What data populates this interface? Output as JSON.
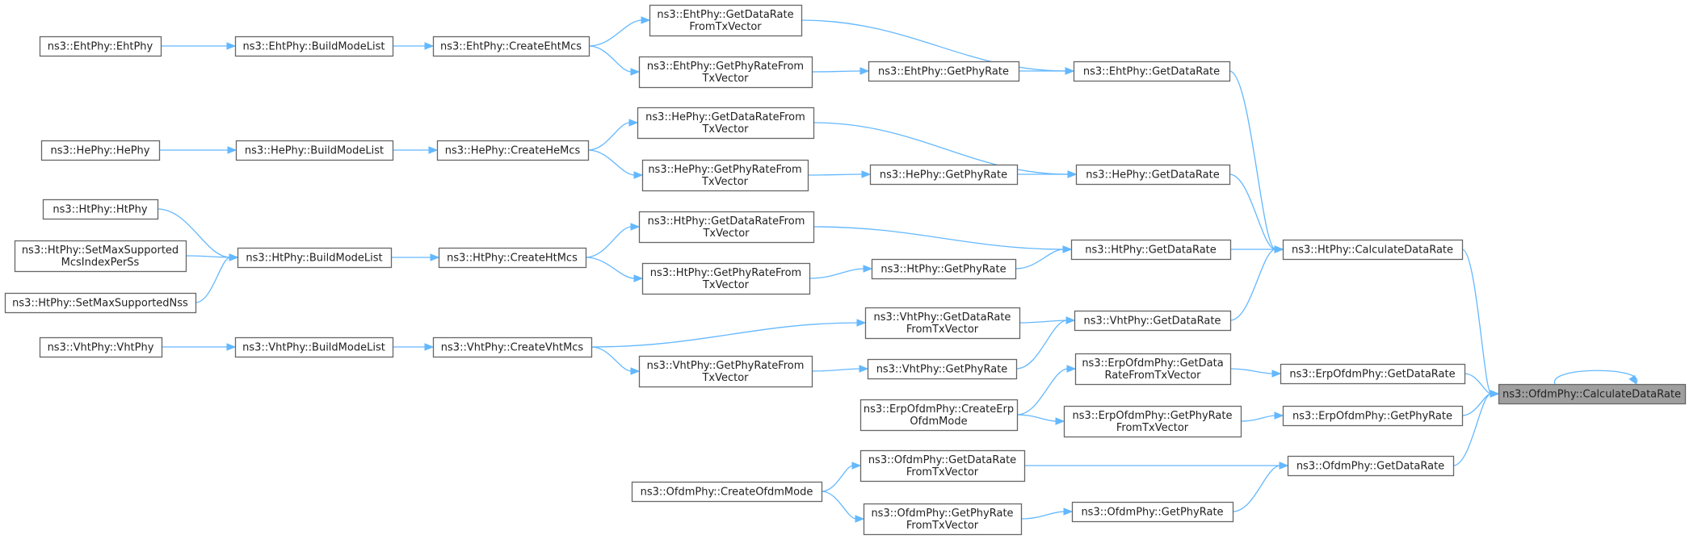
{
  "colors": {
    "edge": "#63b8ff",
    "node_border": "#666666",
    "root_fill": "#9f9f9f",
    "background": "#ffffff"
  },
  "nodes": [
    {
      "id": "ofdm_calc",
      "lines": [
        "ns3::OfdmPhy::CalculateDataRate"
      ],
      "root": true
    },
    {
      "id": "ht_calc",
      "lines": [
        "ns3::HtPhy::CalculateDataRate"
      ]
    },
    {
      "id": "erp_getdr",
      "lines": [
        "ns3::ErpOfdmPhy::GetDataRate"
      ]
    },
    {
      "id": "erp_getphy",
      "lines": [
        "ns3::ErpOfdmPhy::GetPhyRate"
      ]
    },
    {
      "id": "ofdm_getdr",
      "lines": [
        "ns3::OfdmPhy::GetDataRate"
      ]
    },
    {
      "id": "eht_getdr",
      "lines": [
        "ns3::EhtPhy::GetDataRate"
      ]
    },
    {
      "id": "he_getdr",
      "lines": [
        "ns3::HePhy::GetDataRate"
      ]
    },
    {
      "id": "ht_getdr",
      "lines": [
        "ns3::HtPhy::GetDataRate"
      ]
    },
    {
      "id": "vht_getdr",
      "lines": [
        "ns3::VhtPhy::GetDataRate"
      ]
    },
    {
      "id": "erp_getdr_tx",
      "lines": [
        "ns3::ErpOfdmPhy::GetData",
        "RateFromTxVector"
      ]
    },
    {
      "id": "erp_getphy_tx",
      "lines": [
        "ns3::ErpOfdmPhy::GetPhyRate",
        "FromTxVector"
      ]
    },
    {
      "id": "ofdm_getphy",
      "lines": [
        "ns3::OfdmPhy::GetPhyRate"
      ]
    },
    {
      "id": "eht_getdr_tx",
      "lines": [
        "ns3::EhtPhy::GetDataRate",
        "FromTxVector"
      ]
    },
    {
      "id": "eht_getphy",
      "lines": [
        "ns3::EhtPhy::GetPhyRate"
      ]
    },
    {
      "id": "eht_getphy_tx",
      "lines": [
        "ns3::EhtPhy::GetPhyRateFrom",
        "TxVector"
      ]
    },
    {
      "id": "he_getdr_tx",
      "lines": [
        "ns3::HePhy::GetDataRateFrom",
        "TxVector"
      ]
    },
    {
      "id": "he_getphy",
      "lines": [
        "ns3::HePhy::GetPhyRate"
      ]
    },
    {
      "id": "he_getphy_tx",
      "lines": [
        "ns3::HePhy::GetPhyRateFrom",
        "TxVector"
      ]
    },
    {
      "id": "ht_getdr_tx",
      "lines": [
        "ns3::HtPhy::GetDataRateFrom",
        "TxVector"
      ]
    },
    {
      "id": "ht_getphy",
      "lines": [
        "ns3::HtPhy::GetPhyRate"
      ]
    },
    {
      "id": "ht_getphy_tx",
      "lines": [
        "ns3::HtPhy::GetPhyRateFrom",
        "TxVector"
      ]
    },
    {
      "id": "vht_getdr_tx",
      "lines": [
        "ns3::VhtPhy::GetDataRate",
        "FromTxVector"
      ]
    },
    {
      "id": "vht_getphy",
      "lines": [
        "ns3::VhtPhy::GetPhyRate"
      ]
    },
    {
      "id": "vht_getphy_tx",
      "lines": [
        "ns3::VhtPhy::GetPhyRateFrom",
        "TxVector"
      ]
    },
    {
      "id": "erp_create",
      "lines": [
        "ns3::ErpOfdmPhy::CreateErp",
        "OfdmMode"
      ]
    },
    {
      "id": "ofdm_getdr_tx",
      "lines": [
        "ns3::OfdmPhy::GetDataRate",
        "FromTxVector"
      ]
    },
    {
      "id": "ofdm_getphy_tx",
      "lines": [
        "ns3::OfdmPhy::GetPhyRate",
        "FromTxVector"
      ]
    },
    {
      "id": "ofdm_create",
      "lines": [
        "ns3::OfdmPhy::CreateOfdmMode"
      ]
    },
    {
      "id": "eht_create",
      "lines": [
        "ns3::EhtPhy::CreateEhtMcs"
      ]
    },
    {
      "id": "he_create",
      "lines": [
        "ns3::HePhy::CreateHeMcs"
      ]
    },
    {
      "id": "ht_create",
      "lines": [
        "ns3::HtPhy::CreateHtMcs"
      ]
    },
    {
      "id": "vht_create",
      "lines": [
        "ns3::VhtPhy::CreateVhtMcs"
      ]
    },
    {
      "id": "eht_build",
      "lines": [
        "ns3::EhtPhy::BuildModeList"
      ]
    },
    {
      "id": "he_build",
      "lines": [
        "ns3::HePhy::BuildModeList"
      ]
    },
    {
      "id": "ht_build",
      "lines": [
        "ns3::HtPhy::BuildModeList"
      ]
    },
    {
      "id": "vht_build",
      "lines": [
        "ns3::VhtPhy::BuildModeList"
      ]
    },
    {
      "id": "eht_ctor",
      "lines": [
        "ns3::EhtPhy::EhtPhy"
      ]
    },
    {
      "id": "he_ctor",
      "lines": [
        "ns3::HePhy::HePhy"
      ]
    },
    {
      "id": "ht_ctor",
      "lines": [
        "ns3::HtPhy::HtPhy"
      ]
    },
    {
      "id": "ht_setmcs",
      "lines": [
        "ns3::HtPhy::SetMaxSupported",
        "McsIndexPerSs"
      ]
    },
    {
      "id": "ht_setnss",
      "lines": [
        "ns3::HtPhy::SetMaxSupportedNss"
      ],
      "_": ""
    },
    {
      "id": "vht_ctor",
      "lines": [
        "ns3::VhtPhy::VhtPhy"
      ]
    }
  ],
  "edges": [
    {
      "from": "ofdm_calc",
      "to": "ofdm_calc",
      "self": true
    },
    {
      "from": "ht_calc",
      "to": "ofdm_calc"
    },
    {
      "from": "erp_getdr",
      "to": "ofdm_calc"
    },
    {
      "from": "erp_getphy",
      "to": "ofdm_calc"
    },
    {
      "from": "ofdm_getdr",
      "to": "ofdm_calc"
    },
    {
      "from": "eht_getdr",
      "to": "ht_calc"
    },
    {
      "from": "he_getdr",
      "to": "ht_calc"
    },
    {
      "from": "ht_getdr",
      "to": "ht_calc"
    },
    {
      "from": "vht_getdr",
      "to": "ht_calc"
    },
    {
      "from": "erp_getdr_tx",
      "to": "erp_getdr"
    },
    {
      "from": "erp_getphy_tx",
      "to": "erp_getphy"
    },
    {
      "from": "ofdm_getdr_tx",
      "to": "ofdm_getdr"
    },
    {
      "from": "ofdm_getphy",
      "to": "ofdm_getdr"
    },
    {
      "from": "eht_getdr_tx",
      "to": "eht_getdr"
    },
    {
      "from": "eht_getphy",
      "to": "eht_getdr"
    },
    {
      "from": "eht_getphy_tx",
      "to": "eht_getphy"
    },
    {
      "from": "he_getdr_tx",
      "to": "he_getdr"
    },
    {
      "from": "he_getphy",
      "to": "he_getdr"
    },
    {
      "from": "he_getphy_tx",
      "to": "he_getphy"
    },
    {
      "from": "ht_getdr_tx",
      "to": "ht_getdr"
    },
    {
      "from": "ht_getphy",
      "to": "ht_getdr"
    },
    {
      "from": "ht_getphy_tx",
      "to": "ht_getphy"
    },
    {
      "from": "vht_getdr_tx",
      "to": "vht_getdr"
    },
    {
      "from": "vht_getphy",
      "to": "vht_getdr"
    },
    {
      "from": "vht_getphy_tx",
      "to": "vht_getphy"
    },
    {
      "from": "erp_create",
      "to": "erp_getdr_tx"
    },
    {
      "from": "erp_create",
      "to": "erp_getphy_tx"
    },
    {
      "from": "ofdm_getphy_tx",
      "to": "ofdm_getphy"
    },
    {
      "from": "ofdm_create",
      "to": "ofdm_getdr_tx"
    },
    {
      "from": "ofdm_create",
      "to": "ofdm_getphy_tx"
    },
    {
      "from": "eht_create",
      "to": "eht_getdr_tx"
    },
    {
      "from": "eht_create",
      "to": "eht_getphy_tx"
    },
    {
      "from": "he_create",
      "to": "he_getdr_tx"
    },
    {
      "from": "he_create",
      "to": "he_getphy_tx"
    },
    {
      "from": "ht_create",
      "to": "ht_getdr_tx"
    },
    {
      "from": "ht_create",
      "to": "ht_getphy_tx"
    },
    {
      "from": "vht_create",
      "to": "vht_getdr_tx"
    },
    {
      "from": "vht_create",
      "to": "vht_getphy_tx"
    },
    {
      "from": "eht_build",
      "to": "eht_create"
    },
    {
      "from": "he_build",
      "to": "he_create"
    },
    {
      "from": "ht_build",
      "to": "ht_create"
    },
    {
      "from": "vht_build",
      "to": "vht_create"
    },
    {
      "from": "eht_ctor",
      "to": "eht_build"
    },
    {
      "from": "he_ctor",
      "to": "he_build"
    },
    {
      "from": "ht_ctor",
      "to": "ht_build"
    },
    {
      "from": "ht_setmcs",
      "to": "ht_build"
    },
    {
      "from": "ht_setnss",
      "to": "ht_build"
    },
    {
      "from": "vht_ctor",
      "to": "vht_build"
    }
  ]
}
